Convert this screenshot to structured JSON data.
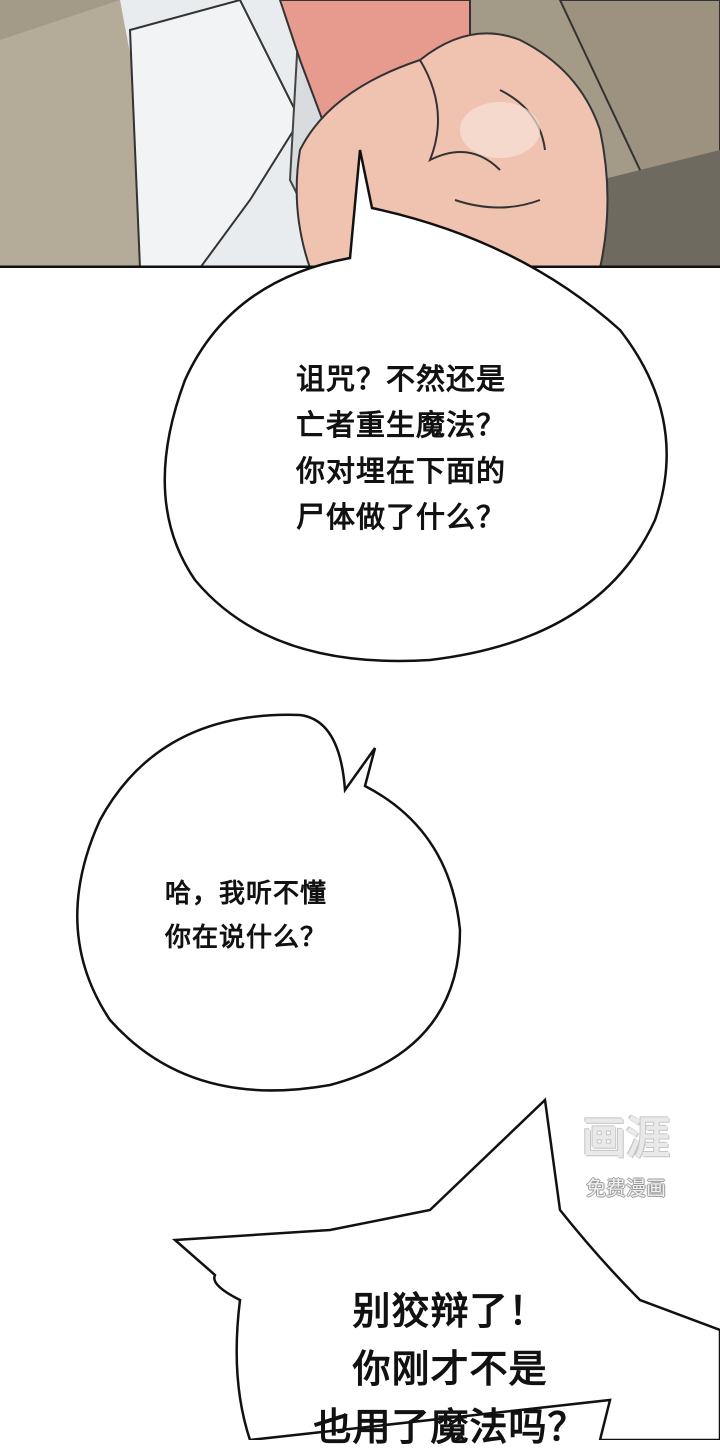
{
  "panels": {
    "top_art": "manga-panel-fist-grab"
  },
  "dialogue": {
    "bubble_1": "诅咒？不然还是\n亡者重生魔法？\n你对埋在下面的\n尸体做了什么？",
    "bubble_2": "哈，我听不懂\n你在说什么？",
    "bubble_3": "别狡辩了！\n你刚才不是\n也用了魔法吗？"
  },
  "watermark": {
    "logo": "画涯",
    "subtitle": "免费漫画"
  },
  "colors": {
    "jacket": "#a49a88",
    "shirt": "#e9ecee",
    "skin": "#f0c3b1",
    "skin_shadow": "#e79a8e",
    "ink": "#111111"
  }
}
